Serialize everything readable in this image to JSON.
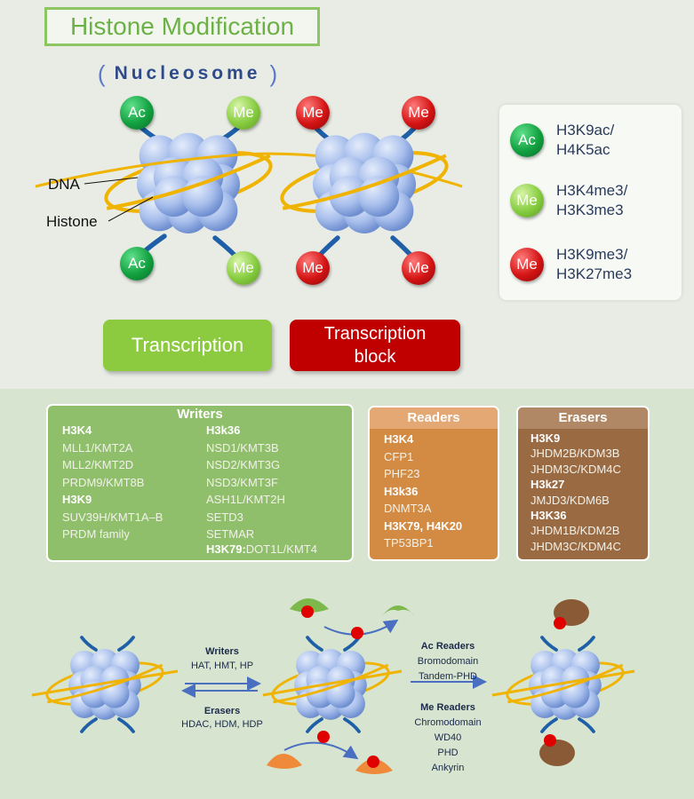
{
  "title": "Histone Modification",
  "nucleosome_label": "Nucleosome",
  "labels": {
    "dna": "DNA",
    "histone": "Histone"
  },
  "marks": {
    "ac": "Ac",
    "me": "Me"
  },
  "legend": [
    {
      "kind": "ac",
      "line1": "H3K9ac/",
      "line2": "H4K5ac"
    },
    {
      "kind": "me-g",
      "line1": "H3K4me3/",
      "line2": "H3K3me3"
    },
    {
      "kind": "me-r",
      "line1": "H3K9me3/",
      "line2": "H3K27me3"
    }
  ],
  "buttons": {
    "transcription": "Transcription",
    "block_line1": "Transcription",
    "block_line2": "block"
  },
  "colors": {
    "writers": "#90bf6b",
    "readers": "#d38b43",
    "erasers": "#9a6a42",
    "transcription": "#8cca3f",
    "block": "#c00000"
  },
  "writers": {
    "title": "Writers",
    "col1": [
      {
        "text": "H3K4",
        "bold": true
      },
      {
        "text": "MLL1/KMT2A"
      },
      {
        "text": "MLL2/KMT2D"
      },
      {
        "text": "PRDM9/KMT8B"
      },
      {
        "text": "H3K9",
        "bold": true
      },
      {
        "text": "SUV39H/KMT1A–B"
      },
      {
        "text": "PRDM family"
      }
    ],
    "col2": [
      {
        "text": "H3k36",
        "bold": true
      },
      {
        "text": "NSD1/KMT3B"
      },
      {
        "text": "NSD2/KMT3G"
      },
      {
        "text": "NSD3/KMT3F"
      },
      {
        "text": "ASH1L/KMT2H"
      },
      {
        "text": "SETD3"
      },
      {
        "text": "SETMAR"
      }
    ],
    "last_bold": "H3K79:",
    "last_rest": "DOT1L/KMT4"
  },
  "readers": {
    "title": "Readers",
    "items": [
      {
        "text": "H3K4",
        "bold": true
      },
      {
        "text": "CFP1"
      },
      {
        "text": "PHF23"
      },
      {
        "text": "H3k36",
        "bold": true
      },
      {
        "text": "DNMT3A"
      },
      {
        "text": "H3K79, H4K20",
        "bold": true
      },
      {
        "text": "TP53BP1"
      }
    ]
  },
  "erasers": {
    "title": "Erasers",
    "items": [
      {
        "text": "H3K9",
        "bold": true
      },
      {
        "text": "JHDM2B/KDM3B"
      },
      {
        "text": "JHDM3C/KDM4C"
      },
      {
        "text": "H3k27",
        "bold": true
      },
      {
        "text": "JMJD3/KDM6B"
      },
      {
        "text": "H3K36",
        "bold": true
      },
      {
        "text": "JHDM1B/KDM2B"
      },
      {
        "text": "JHDM3C/KDM4C"
      }
    ]
  },
  "mechanism": {
    "writers_title": "Writers",
    "writers_list": "HAT, HMT, HP",
    "erasers_title": "Erasers",
    "erasers_list": "HDAC, HDM, HDP",
    "ac_readers_title": "Ac Readers",
    "ac_readers": [
      "Bromodomain",
      "Tandem-PHD"
    ],
    "me_readers_title": "Me Readers",
    "me_readers": [
      "Chromodomain",
      "WD40",
      "PHD",
      "Ankyrin"
    ]
  }
}
